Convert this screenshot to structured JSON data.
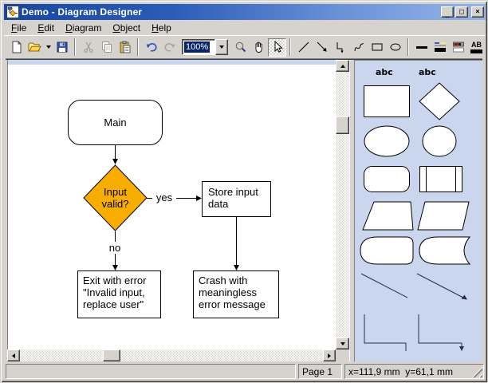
{
  "window": {
    "title": "Demo - Diagram Designer",
    "controls": [
      "minimize",
      "maximize",
      "close"
    ]
  },
  "menu": {
    "items": [
      "File",
      "Edit",
      "Diagram",
      "Object",
      "Help"
    ]
  },
  "toolbar": {
    "zoom_value": "100%",
    "buttons": [
      "new",
      "open",
      "open-dropdown",
      "save",
      "cut",
      "copy",
      "paste",
      "undo",
      "redo",
      "zoom-combo",
      "zoom",
      "pan",
      "select",
      "line",
      "arrow-line",
      "elbow-connector",
      "curve",
      "rectangle",
      "ellipse",
      "line-width",
      "line-style",
      "color",
      "font"
    ],
    "selected_tool": "select",
    "font_icon_label": "AB"
  },
  "canvas": {
    "flowchart": {
      "nodes": {
        "main": "Main",
        "decision": "Input valid?",
        "store": "Store input data",
        "exit": "Exit with error \"Invalid input, replace user\"",
        "crash": "Crash with meaningless error message"
      },
      "edge_labels": {
        "yes": "yes",
        "no": "no"
      }
    }
  },
  "palette": {
    "column_labels": [
      "abc",
      "abc"
    ],
    "shapes": [
      "rectangle",
      "diamond",
      "ellipse",
      "circle",
      "rounded-rectangle",
      "predefined-process",
      "parallelogram-left",
      "parallelogram-right",
      "terminator",
      "stored-data",
      "line",
      "arrow-line",
      "elbow-connector",
      "elbow-arrow-connector"
    ]
  },
  "status": {
    "page": "Page 1",
    "coords": "x=111,9 mm  y=61,1 mm"
  },
  "colors": {
    "titlebar_start": "#16469E",
    "titlebar_end": "#95B5E8",
    "diamond_fill": "#F7AE00",
    "palette_bg": "#C9D6EE",
    "window_face": "#D6D3CE",
    "selection_bg": "#0A246A"
  }
}
